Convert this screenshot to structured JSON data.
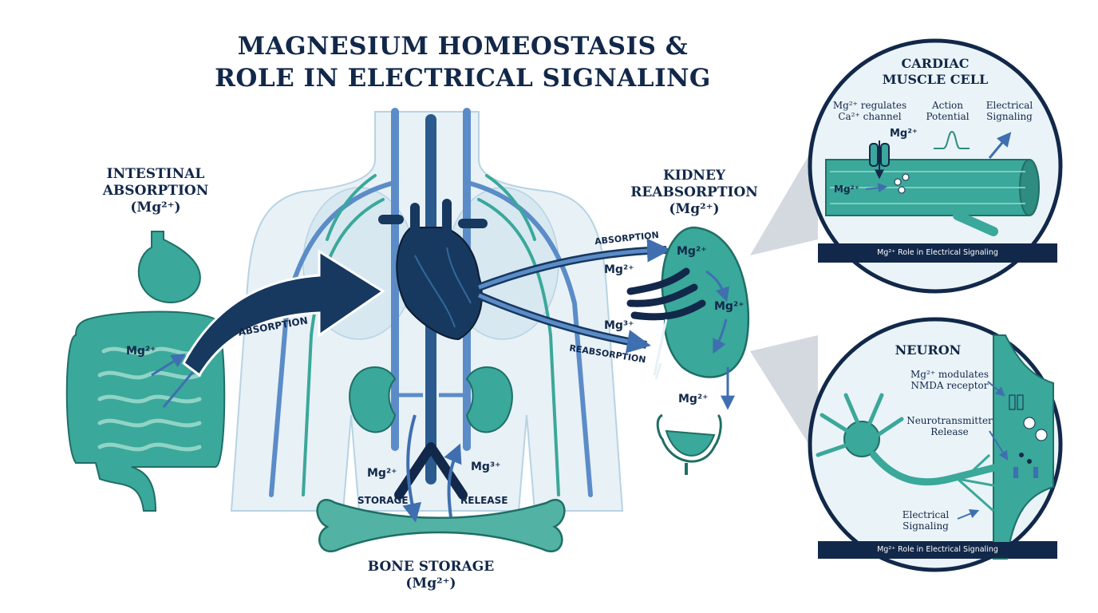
{
  "title": {
    "line1": "MAGNESIUM HOMEOSTASIS &",
    "line2": "ROLE IN ELECTRICAL SIGNALING"
  },
  "intestine": {
    "heading1": "INTESTINAL",
    "heading2": "ABSORPTION",
    "heading3": "(Mg²⁺)",
    "mg_label": "Mg²⁺",
    "arrow_label": "ABSORPTION"
  },
  "kidney": {
    "heading1": "KIDNEY",
    "heading2": "REABSORPTION",
    "heading3": "(Mg²⁺)",
    "absorption_label": "ABSORPTION",
    "reabsorption_label": "REABSORPTION",
    "mg_top": "Mg²⁺",
    "mg_mid": "Mg³⁺",
    "mg_kidney_top": "Mg²⁺",
    "mg_kidney_mid": "Mg²⁺",
    "mg_bladder": "Mg²⁺"
  },
  "bone": {
    "heading1": "BONE STORAGE",
    "heading2": "(Mg²⁺)",
    "storage_label": "STORAGE",
    "release_label": "RELEASE",
    "mg_left": "Mg²⁺",
    "mg_right": "Mg³⁺"
  },
  "cardiac": {
    "heading1": "CARDIAC",
    "heading2": "MUSCLE CELL",
    "regulates1": "Mg²⁺ regulates",
    "regulates2": "Ca²⁺ channel",
    "action1": "Action",
    "action2": "Potential",
    "electrical1": "Electrical",
    "electrical2": "Signaling",
    "mg_channel": "Mg²⁺",
    "mg_cell": "Mg²⁺",
    "caption": "Mg²⁺ Role in Electrical Signaling"
  },
  "neuron": {
    "heading": "NEURON",
    "modulates1": "Mg²⁺ modulates",
    "modulates2": "NMDA receptor",
    "nt1": "Neurotransmitter",
    "nt2": "Release",
    "electrical1": "Electrical",
    "electrical2": "Signaling",
    "caption": "Mg²⁺ Role in Electrical Signaling"
  },
  "colors": {
    "navy": "#12284a",
    "teal": "#3aa89a",
    "teal_light": "#6cc4b4",
    "body_fill": "#e8f1f6",
    "vessel_blue": "#5b8cc8"
  }
}
